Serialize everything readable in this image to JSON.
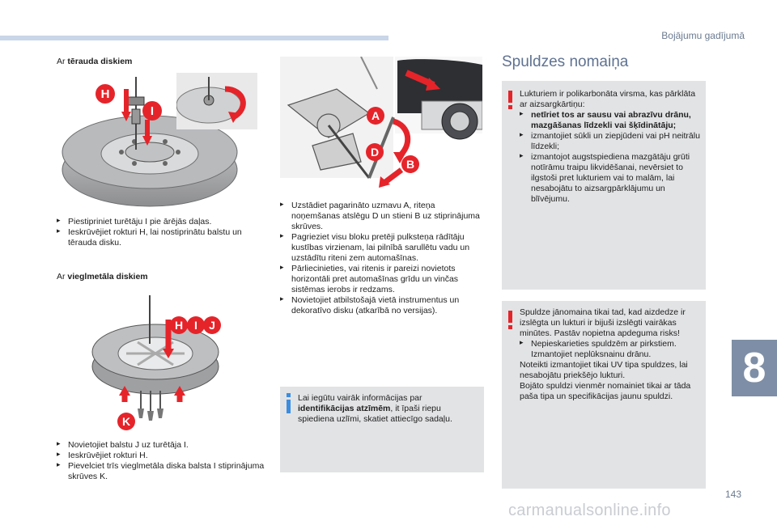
{
  "header": {
    "section": "Bojājumu gadījumā"
  },
  "page_number": "143",
  "chapter": "8",
  "watermark": "carmanualsonline.info",
  "left": {
    "steel_caption_pre": "Ar ",
    "steel_caption_bold": "tērauda diskiem",
    "steel_steps": [
      "Piestipriniet turētāju I pie ārējās daļas.",
      "Ieskrūvējiet rokturi H, lai nostiprinātu balstu un tērauda disku."
    ],
    "alloy_caption_pre": "Ar ",
    "alloy_caption_bold": "vieglmetāla diskiem",
    "alloy_steps": [
      "Novietojiet balstu J uz turētāja I.",
      "Ieskrūvējiet rokturi H.",
      "Pievelciet trīs vieglmetāla diska balsta I stiprinājuma skrūves K."
    ],
    "labels": {
      "H": "H",
      "I": "I",
      "J": "J",
      "K": "K"
    }
  },
  "middle": {
    "steps": [
      "Uzstādiet pagarināto uzmavu A, riteņa noņemšanas atslēgu D un stieni B uz stiprinājuma skrūves.",
      "Pagrieziet visu bloku pretēji pulksteņa rādītāju kustības virzienam, lai pilnībā sarullētu vadu un uzstādītu riteni zem automašīnas.",
      "Pārliecinieties, vai ritenis ir pareizi novietots horizontāli pret automašīnas grīdu un vinčas sistēmas ierobs ir redzams.",
      "Novietojiet atbilstošajā vietā instrumentus un dekoratīvo disku (atkarībā no versijas)."
    ],
    "info_pre": "Lai iegūtu vairāk informācijas par ",
    "info_bold": "identifikācijas atzīmēm",
    "info_post": ", it īpaši riepu spiediena uzlīmi, skatiet attiecīgo sadaļu.",
    "labels": {
      "A": "A",
      "D": "D",
      "B": "B"
    }
  },
  "right": {
    "title": "Spuldzes nomaiņa",
    "box1_intro": "Lukturiem ir polikarbonāta virsma, kas pārklāta ar aizsargkārtiņu:",
    "box1_bold": "netīriet tos ar sausu vai abrazīvu drānu, mazgāšanas līdzekli vai šķīdinātāju;",
    "box1_items": [
      "izmantojiet sūkli un ziepjūdeni vai pH neitrālu līdzekli;",
      "izmantojot augstspiediena mazgātāju grūti notīrāmu traipu likvidēšanai, nevērsiet to ilgstoši pret lukturiem vai to malām, lai nesabojātu to aizsargpārklājumu un blīvējumu."
    ],
    "box2_para1": "Spuldze jānomaina tikai tad, kad aizdedze ir izslēgta un lukturi ir bijuši izslēgti vairākas minūtes. Pastāv nopietna apdeguma risks!",
    "box2_item": "Nepieskarieties spuldzēm ar pirkstiem. Izmantojiet neplūksnainu drānu.",
    "box2_para2": "Noteikti izmantojiet tikai UV tipa spuldzes, lai nesabojātu priekšējo lukturi.",
    "box2_para3": "Bojāto spuldzi vienmēr nomainiet tikai ar tāda paša tipa un specifikācijas jaunu spuldzi."
  },
  "colors": {
    "label_red": "#e5242a",
    "grey_box": "#e2e3e5",
    "accent_blue": "#5f7291"
  }
}
